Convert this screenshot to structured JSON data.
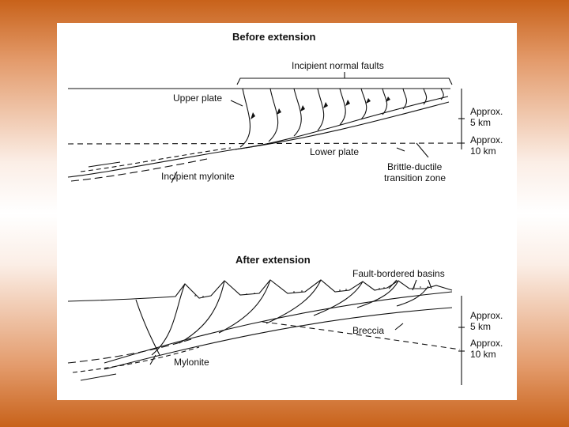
{
  "top": {
    "title": "Before extension",
    "incipient_faults": "Incipient normal faults",
    "upper_plate": "Upper plate",
    "lower_plate": "Lower plate",
    "mylonite": "Incipient mylonite",
    "transition_line1": "Brittle-ductile",
    "transition_line2": "transition zone",
    "depth5_line1": "Approx.",
    "depth5_line2": "5 km",
    "depth10_line1": "Approx.",
    "depth10_line2": "10 km"
  },
  "bottom": {
    "title": "After extension",
    "basins": "Fault-bordered basins",
    "breccia": "Breccia",
    "mylonite": "Mylonite",
    "depth5_line1": "Approx.",
    "depth5_line2": "5 km",
    "depth10_line1": "Approx.",
    "depth10_line2": "10 km"
  },
  "colors": {
    "border_top": "#c8621a",
    "panel": "#ffffff",
    "ink": "#111111"
  }
}
